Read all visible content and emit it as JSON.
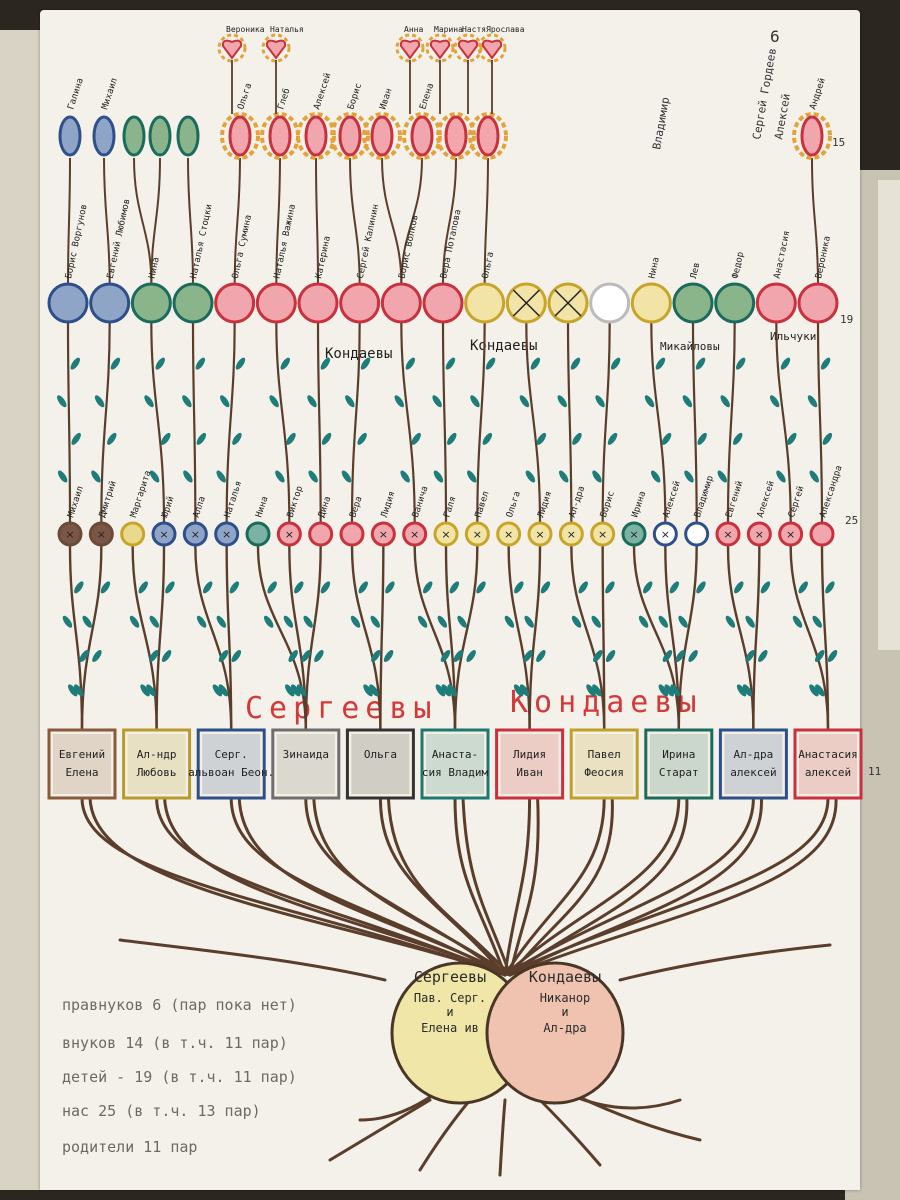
{
  "page_number": "6",
  "family_names": {
    "left": "Сергеевы",
    "right": "Кондаевы",
    "banner_left": "Сергеевы",
    "banner_right": "Кондаевы",
    "mid_left": "Кондаевы",
    "mid_center": "Кондаевы",
    "mid_right1": "Микайловы",
    "mid_right2": "Ильчуки"
  },
  "root": {
    "left_title": "Сергеевы",
    "left_line1": "Пав. Серг.",
    "left_line2": "и",
    "left_line3": "Елена ив",
    "right_title": "Кондаевы",
    "right_line1": "Никанор",
    "right_line2": "и",
    "right_line3": "Ал-дра"
  },
  "level_marks": {
    "children": "11",
    "grandchildren": "25",
    "great": "19",
    "great_great": "15"
  },
  "couples": [
    {
      "line1": "Евгений",
      "line2": "Елена",
      "color": "#8a5a3c"
    },
    {
      "line1": "Ал-ндр",
      "line2": "Любовь",
      "color": "#b99a2e"
    },
    {
      "line1": "Серг.",
      "line2": "альвоан Беон.",
      "color": "#2d4f8a"
    },
    {
      "line1": "Зинаида",
      "line2": "",
      "color": "#6d6d6d"
    },
    {
      "line1": "Ольга",
      "line2": "",
      "color": "#333333"
    },
    {
      "line1": "Анаста-",
      "line2": "сия Владим",
      "color": "#1b7a6e"
    },
    {
      "line1": "Лидия",
      "line2": "Иван",
      "color": "#c8313d"
    },
    {
      "line1": "Павел",
      "line2": "Феосия",
      "color": "#c0a02a"
    },
    {
      "line1": "Ирина",
      "line2": "Старат",
      "color": "#1b6b5c"
    },
    {
      "line1": "Ал-дра",
      "line2": "алексей",
      "color": "#2d4f8a"
    },
    {
      "line1": "Анастасия",
      "line2": "алексей",
      "color": "#c8313d"
    }
  ],
  "grandchildren": [
    {
      "name": "Михаил",
      "color": "#6b4a3a",
      "fill": "#7a5646",
      "cross": true
    },
    {
      "name": "Дмитрий",
      "color": "#6b4a3a",
      "fill": "#7a5646",
      "cross": true
    },
    {
      "name": "Маргарита",
      "color": "#c8a528",
      "fill": "#e9d98c",
      "cross": false
    },
    {
      "name": "Юрий",
      "color": "#2d4f8a",
      "fill": "#8fa5c7",
      "cross": true
    },
    {
      "name": "Алла",
      "color": "#2d4f8a",
      "fill": "#8fa5c7",
      "cross": true
    },
    {
      "name": "Наталья",
      "color": "#2d4f8a",
      "fill": "#8fa5c7",
      "cross": true
    },
    {
      "name": "Нина",
      "color": "#1b6b5c",
      "fill": "#7ab3a4",
      "cross": false
    },
    {
      "name": "Виктор",
      "color": "#c8313d",
      "fill": "#f0a6ac",
      "cross": true
    },
    {
      "name": "Дина",
      "color": "#c8313d",
      "fill": "#f0a6ac",
      "cross": false
    },
    {
      "name": "Вера",
      "color": "#c8313d",
      "fill": "#f0a6ac",
      "cross": false
    },
    {
      "name": "Лидия",
      "color": "#c8313d",
      "fill": "#f0a6ac",
      "cross": true
    },
    {
      "name": "Ванича",
      "color": "#c8313d",
      "fill": "#f0a6ac",
      "cross": true
    },
    {
      "name": "Галя",
      "color": "#c8a528",
      "fill": "#f1e4a6",
      "cross": true
    },
    {
      "name": "Павел",
      "color": "#c8a528",
      "fill": "#f1e4a6",
      "cross": true
    },
    {
      "name": "Ольга",
      "color": "#c8a528",
      "fill": "#f1e4a6",
      "cross": true
    },
    {
      "name": "Лидия",
      "color": "#c8a528",
      "fill": "#f1e4a6",
      "cross": true
    },
    {
      "name": "Ал-дра",
      "color": "#c8a528",
      "fill": "#f1e4a6",
      "cross": true
    },
    {
      "name": "Борис",
      "color": "#c8a528",
      "fill": "#f1e4a6",
      "cross": true
    },
    {
      "name": "Ирина",
      "color": "#1b6b5c",
      "fill": "#7ab3a4",
      "cross": true
    },
    {
      "name": "Алексей",
      "color": "#2d4f8a",
      "fill": "#ffffff",
      "cross": true
    },
    {
      "name": "Владимир",
      "color": "#2d4f8a",
      "fill": "#ffffff",
      "cross": false
    },
    {
      "name": "Евгений",
      "color": "#c8313d",
      "fill": "#f0a6ac",
      "cross": true
    },
    {
      "name": "Алексей",
      "color": "#c8313d",
      "fill": "#f0a6ac",
      "cross": true
    },
    {
      "name": "Сергей",
      "color": "#c8313d",
      "fill": "#f0a6ac",
      "cross": true
    },
    {
      "name": "Александра",
      "color": "#c8313d",
      "fill": "#f0a6ac",
      "cross": false
    }
  ],
  "great_grandchildren": [
    {
      "name": "Борис Воргунов",
      "color": "#2d4f8a",
      "fill": "#8fa5c7",
      "cross": false
    },
    {
      "name": "Евгений Любимов",
      "color": "#2d4f8a",
      "fill": "#8fa5c7",
      "cross": false
    },
    {
      "name": "Нина",
      "color": "#1b6b5c",
      "fill": "#8ab48a",
      "cross": false
    },
    {
      "name": "Наталья Стоцки",
      "color": "#1b6b5c",
      "fill": "#8ab48a",
      "cross": false
    },
    {
      "name": "Ольга Сумина",
      "color": "#c8313d",
      "fill": "#f0a6ac",
      "cross": false
    },
    {
      "name": "Наталья Важина",
      "color": "#c8313d",
      "fill": "#f0a6ac",
      "cross": false
    },
    {
      "name": "Катерина",
      "color": "#c8313d",
      "fill": "#f0a6ac",
      "cross": false
    },
    {
      "name": "Сергей Калинин",
      "color": "#c8313d",
      "fill": "#f0a6ac",
      "cross": false
    },
    {
      "name": "Борис Волков",
      "color": "#c8313d",
      "fill": "#f0a6ac",
      "cross": false
    },
    {
      "name": "Вера Потапова",
      "color": "#c8313d",
      "fill": "#f0a6ac",
      "cross": false
    },
    {
      "name": "Ольга",
      "color": "#c8a528",
      "fill": "#f1e4a6",
      "cross": false
    },
    {
      "name": "",
      "color": "#c8a528",
      "fill": "#f1e4a6",
      "cross": true
    },
    {
      "name": "",
      "color": "#c8a528",
      "fill": "#f1e4a6",
      "cross": true
    },
    {
      "name": "",
      "color": "#bbbbbb",
      "fill": "#ffffff",
      "cross": false
    },
    {
      "name": "Нина",
      "color": "#c8a528",
      "fill": "#f1e4a6",
      "cross": false
    },
    {
      "name": "Лев",
      "color": "#1b6b5c",
      "fill": "#8ab48a",
      "cross": false
    },
    {
      "name": "Федор",
      "color": "#1b6b5c",
      "fill": "#8ab48a",
      "cross": false
    },
    {
      "name": "Анастасия",
      "color": "#c8313d",
      "fill": "#f0a6ac",
      "cross": false
    },
    {
      "name": "Вероника",
      "color": "#c8313d",
      "fill": "#f0a6ac",
      "cross": false
    }
  ],
  "great_great": [
    {
      "name": "Галина",
      "color": "#2d4f8a",
      "fill": "#8fa5c7"
    },
    {
      "name": "Михаил",
      "color": "#2d4f8a",
      "fill": "#8fa5c7"
    },
    {
      "name": "",
      "color": "#1b6b5c",
      "fill": "#8ab48a"
    },
    {
      "name": "",
      "color": "#1b6b5c",
      "fill": "#8ab48a"
    },
    {
      "name": "",
      "color": "#1b6b5c",
      "fill": "#8ab48a"
    },
    {
      "name": "Ольга",
      "color": "#c8313d",
      "fill": "#f0a6ac"
    },
    {
      "name": "Глеб",
      "color": "#c8313d",
      "fill": "#f0a6ac"
    },
    {
      "name": "Алексей",
      "color": "#c8313d",
      "fill": "#f0a6ac"
    },
    {
      "name": "Борис",
      "color": "#c8313d",
      "fill": "#f0a6ac"
    },
    {
      "name": "Иван",
      "color": "#c8313d",
      "fill": "#f0a6ac"
    },
    {
      "name": "Елена",
      "color": "#c8313d",
      "fill": "#f0a6ac"
    },
    {
      "name": "",
      "color": "#c8313d",
      "fill": "#f0a6ac"
    },
    {
      "name": "",
      "color": "#c8313d",
      "fill": "#f0a6ac"
    },
    {
      "name": "Андрей",
      "color": "#c8313d",
      "fill": "#f0a6ac"
    }
  ],
  "top_hearts": [
    {
      "name": "Вероника"
    },
    {
      "name": "Наталья"
    },
    {
      "name": "Анна"
    },
    {
      "name": "Марина"
    },
    {
      "name": "Настя"
    },
    {
      "name": "Ярослава"
    }
  ],
  "side_notes": {
    "vladimir": "Владимир",
    "sergey_note": "Сергей Гордеев",
    "alexei_note": "Алексей"
  },
  "notes": [
    "правнуков 6 (пар пока нет)",
    "внуков 14 (в т.ч. 11 пар)",
    "детей - 19 (в т.ч. 11 пар)",
    "нас 25 (в т.ч. 13 пар)",
    "родители 11 пар"
  ]
}
